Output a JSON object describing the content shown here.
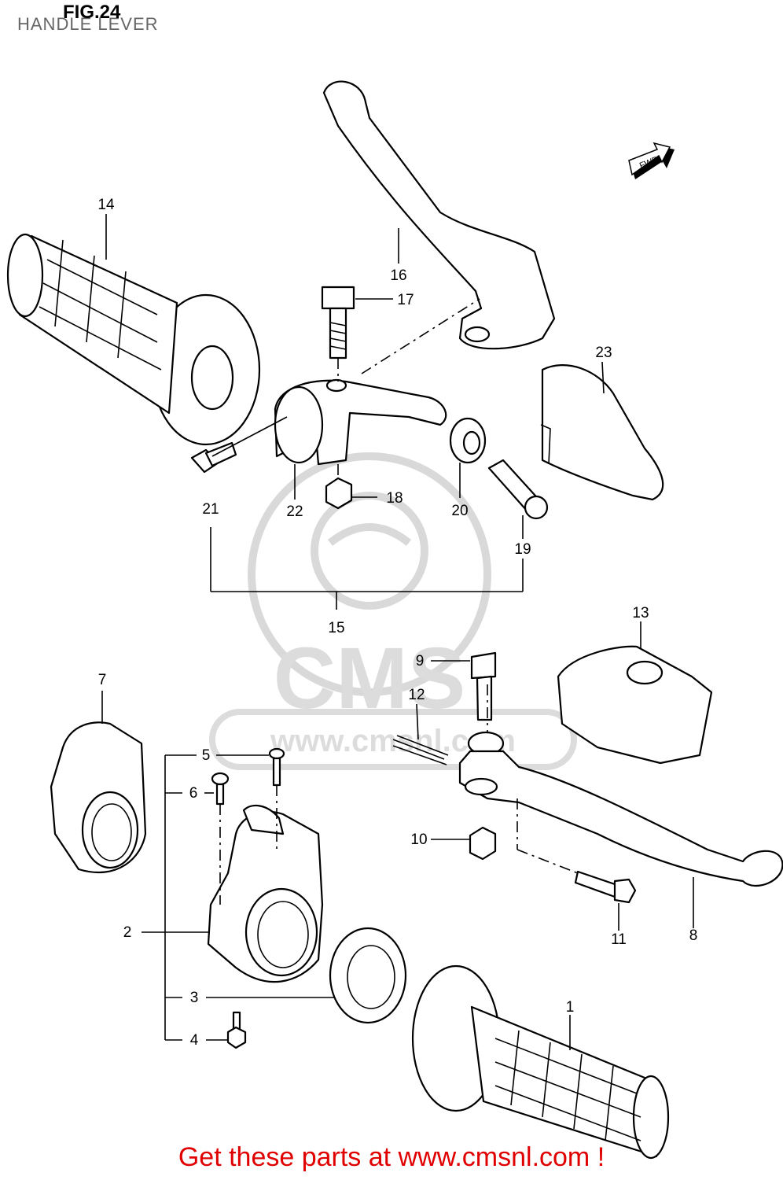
{
  "header": {
    "figure": "FIG.24",
    "subtitle": "HANDLE LEVER"
  },
  "footer": {
    "cta": "Get these parts at www.cmsnl.com !"
  },
  "arrow": {
    "text": "FWD"
  },
  "watermark": {
    "brand": "CMS",
    "url": "www.cmsnl.com"
  },
  "callouts": {
    "p1": "1",
    "p2": "2",
    "p3": "3",
    "p4": "4",
    "p5": "5",
    "p6": "6",
    "p7": "7",
    "p8": "8",
    "p9": "9",
    "p10": "10",
    "p11": "11",
    "p12": "12",
    "p13": "13",
    "p14": "14",
    "p15": "15",
    "p16": "16",
    "p17": "17",
    "p18": "18",
    "p19": "19",
    "p20": "20",
    "p21": "21",
    "p22": "22",
    "p23": "23"
  }
}
